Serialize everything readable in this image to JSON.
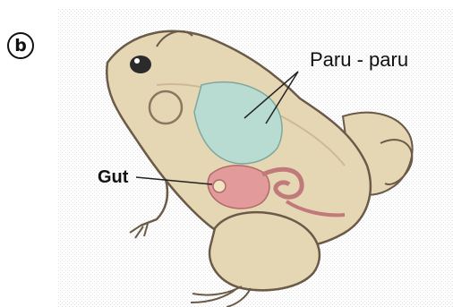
{
  "figure": {
    "marker": "b",
    "labels": {
      "lungs": "Paru - paru",
      "gut": "Gut"
    }
  },
  "colors": {
    "skin": "#e6d7b4",
    "skin_dark": "#cdb99a",
    "outline": "#6b5a48",
    "lungs": "#b9dcd2",
    "gut": "#e29a9a",
    "hatch": "#dcdcdc"
  }
}
